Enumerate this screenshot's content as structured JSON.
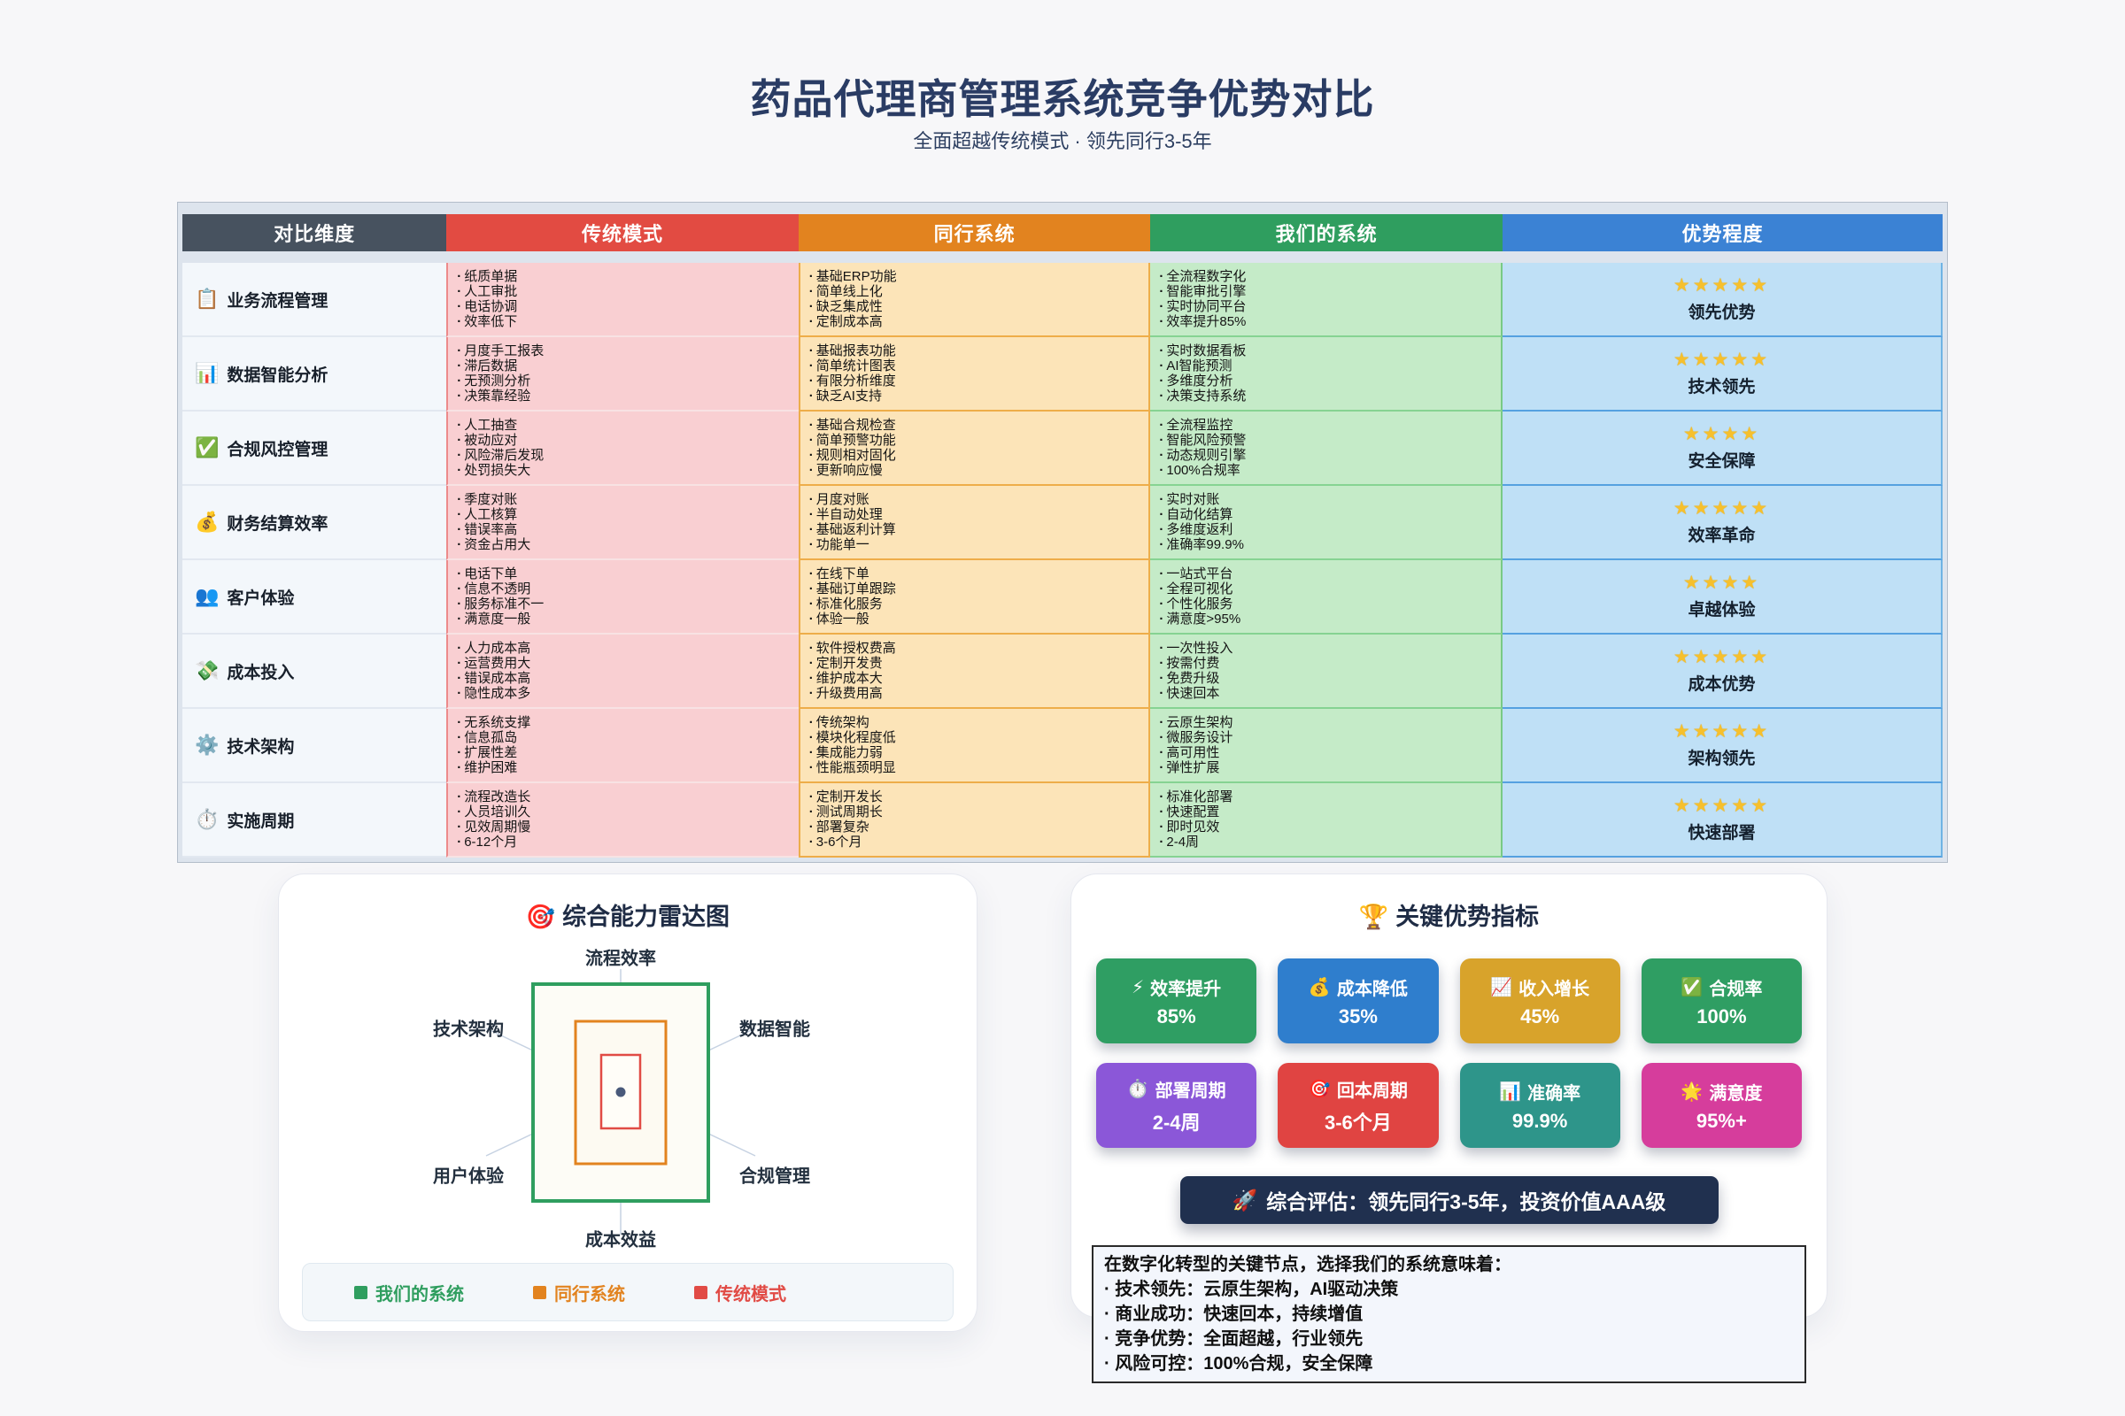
{
  "page": {
    "title": "药品代理商管理系统竞争优势对比",
    "subtitle": "全面超越传统模式 · 领先同行3-5年"
  },
  "table": {
    "headers": [
      {
        "label": "对比维度",
        "color": "#47525f"
      },
      {
        "label": "传统模式",
        "color": "#e24b42"
      },
      {
        "label": "同行系统",
        "color": "#e2831f"
      },
      {
        "label": "我们的系统",
        "color": "#2f9e5f"
      },
      {
        "label": "优势程度",
        "color": "#3b82d4"
      }
    ],
    "rows": [
      {
        "icon": "📋",
        "dimension": "业务流程管理",
        "traditional": [
          "纸质单据",
          "人工审批",
          "电话协调",
          "效率低下"
        ],
        "peer": [
          "基础ERP功能",
          "简单线上化",
          "缺乏集成性",
          "定制成本高"
        ],
        "ours": [
          "全流程数字化",
          "智能审批引擎",
          "实时协同平台",
          "效率提升85%"
        ],
        "stars": 5,
        "advantage": "领先优势"
      },
      {
        "icon": "📊",
        "dimension": "数据智能分析",
        "traditional": [
          "月度手工报表",
          "滞后数据",
          "无预测分析",
          "决策靠经验"
        ],
        "peer": [
          "基础报表功能",
          "简单统计图表",
          "有限分析维度",
          "缺乏AI支持"
        ],
        "ours": [
          "实时数据看板",
          "AI智能预测",
          "多维度分析",
          "决策支持系统"
        ],
        "stars": 5,
        "advantage": "技术领先"
      },
      {
        "icon": "✅",
        "dimension": "合规风控管理",
        "traditional": [
          "人工抽查",
          "被动应对",
          "风险滞后发现",
          "处罚损失大"
        ],
        "peer": [
          "基础合规检查",
          "简单预警功能",
          "规则相对固化",
          "更新响应慢"
        ],
        "ours": [
          "全流程监控",
          "智能风险预警",
          "动态规则引擎",
          "100%合规率"
        ],
        "stars": 4,
        "advantage": "安全保障"
      },
      {
        "icon": "💰",
        "dimension": "财务结算效率",
        "traditional": [
          "季度对账",
          "人工核算",
          "错误率高",
          "资金占用大"
        ],
        "peer": [
          "月度对账",
          "半自动处理",
          "基础返利计算",
          "功能单一"
        ],
        "ours": [
          "实时对账",
          "自动化结算",
          "多维度返利",
          "准确率99.9%"
        ],
        "stars": 5,
        "advantage": "效率革命"
      },
      {
        "icon": "👥",
        "dimension": "客户体验",
        "traditional": [
          "电话下单",
          "信息不透明",
          "服务标准不一",
          "满意度一般"
        ],
        "peer": [
          "在线下单",
          "基础订单跟踪",
          "标准化服务",
          "体验一般"
        ],
        "ours": [
          "一站式平台",
          "全程可视化",
          "个性化服务",
          "满意度>95%"
        ],
        "stars": 4,
        "advantage": "卓越体验"
      },
      {
        "icon": "💸",
        "dimension": "成本投入",
        "traditional": [
          "人力成本高",
          "运营费用大",
          "错误成本高",
          "隐性成本多"
        ],
        "peer": [
          "软件授权费高",
          "定制开发贵",
          "维护成本大",
          "升级费用高"
        ],
        "ours": [
          "一次性投入",
          "按需付费",
          "免费升级",
          "快速回本"
        ],
        "stars": 5,
        "advantage": "成本优势"
      },
      {
        "icon": "⚙️",
        "dimension": "技术架构",
        "traditional": [
          "无系统支撑",
          "信息孤岛",
          "扩展性差",
          "维护困难"
        ],
        "peer": [
          "传统架构",
          "模块化程度低",
          "集成能力弱",
          "性能瓶颈明显"
        ],
        "ours": [
          "云原生架构",
          "微服务设计",
          "高可用性",
          "弹性扩展"
        ],
        "stars": 5,
        "advantage": "架构领先"
      },
      {
        "icon": "⏱️",
        "dimension": "实施周期",
        "traditional": [
          "流程改造长",
          "人员培训久",
          "见效周期慢",
          "6-12个月"
        ],
        "peer": [
          "定制开发长",
          "测试周期长",
          "部署复杂",
          "3-6个月"
        ],
        "ours": [
          "标准化部署",
          "快速配置",
          "即时见效",
          "2-4周"
        ],
        "stars": 5,
        "advantage": "快速部署"
      }
    ]
  },
  "radar": {
    "icon": "🎯",
    "title": "综合能力雷达图",
    "axes": [
      "流程效率",
      "数据智能",
      "合规管理",
      "成本效益",
      "用户体验",
      "技术架构"
    ],
    "series": [
      {
        "name": "我们的系统",
        "color": "#2f9e5f"
      },
      {
        "name": "同行系统",
        "color": "#e2831f"
      },
      {
        "name": "传统模式",
        "color": "#e14b45"
      }
    ]
  },
  "metrics": {
    "icon": "🏆",
    "title": "关键优势指标",
    "badges": [
      {
        "icon": "⚡",
        "label": "效率提升",
        "value": "85%",
        "color": "#2f9e63"
      },
      {
        "icon": "💰",
        "label": "成本降低",
        "value": "35%",
        "color": "#2f7ecd"
      },
      {
        "icon": "📈",
        "label": "收入增长",
        "value": "45%",
        "color": "#d8a32b"
      },
      {
        "icon": "✅",
        "label": "合规率",
        "value": "100%",
        "color": "#2f9e63"
      },
      {
        "icon": "⏱️",
        "label": "部署周期",
        "value": "2-4周",
        "color": "#8b57d8"
      },
      {
        "icon": "🎯",
        "label": "回本周期",
        "value": "3-6个月",
        "color": "#e04442"
      },
      {
        "icon": "📊",
        "label": "准确率",
        "value": "99.9%",
        "color": "#2e958a"
      },
      {
        "icon": "🌟",
        "label": "满意度",
        "value": "95%+",
        "color": "#d63d9c"
      }
    ],
    "banner_icon": "🚀",
    "banner": "综合评估：领先同行3-5年，投资价值AAA级",
    "summary": [
      "在数字化转型的关键节点，选择我们的系统意味着：",
      "· 技术领先：云原生架构，AI驱动决策",
      "· 商业成功：快速回本，持续增值",
      "· 竞争优势：全面超越，行业领先",
      "· 风险可控：100%合规，安全保障"
    ]
  },
  "chart_data": [
    {
      "type": "table",
      "title": "药品代理商管理系统竞争优势对比",
      "columns": [
        "对比维度",
        "传统模式",
        "同行系统",
        "我们的系统",
        "优势程度"
      ],
      "rows": [
        [
          "业务流程管理",
          "纸质单据|人工审批|电话协调|效率低下",
          "基础ERP功能|简单线上化|缺乏集成性|定制成本高",
          "全流程数字化|智能审批引擎|实时协同平台|效率提升85%",
          "5星 领先优势"
        ],
        [
          "数据智能分析",
          "月度手工报表|滞后数据|无预测分析|决策靠经验",
          "基础报表功能|简单统计图表|有限分析维度|缺乏AI支持",
          "实时数据看板|AI智能预测|多维度分析|决策支持系统",
          "5星 技术领先"
        ],
        [
          "合规风控管理",
          "人工抽查|被动应对|风险滞后发现|处罚损失大",
          "基础合规检查|简单预警功能|规则相对固化|更新响应慢",
          "全流程监控|智能风险预警|动态规则引擎|100%合规率",
          "4星 安全保障"
        ],
        [
          "财务结算效率",
          "季度对账|人工核算|错误率高|资金占用大",
          "月度对账|半自动处理|基础返利计算|功能单一",
          "实时对账|自动化结算|多维度返利|准确率99.9%",
          "5星 效率革命"
        ],
        [
          "客户体验",
          "电话下单|信息不透明|服务标准不一|满意度一般",
          "在线下单|基础订单跟踪|标准化服务|体验一般",
          "一站式平台|全程可视化|个性化服务|满意度>95%",
          "4星 卓越体验"
        ],
        [
          "成本投入",
          "人力成本高|运营费用大|错误成本高|隐性成本多",
          "软件授权费高|定制开发贵|维护成本大|升级费用高",
          "一次性投入|按需付费|免费升级|快速回本",
          "5星 成本优势"
        ],
        [
          "技术架构",
          "无系统支撑|信息孤岛|扩展性差|维护困难",
          "传统架构|模块化程度低|集成能力弱|性能瓶颈明显",
          "云原生架构|微服务设计|高可用性|弹性扩展",
          "5星 架构领先"
        ],
        [
          "实施周期",
          "流程改造长|人员培训久|见效周期慢|6-12个月",
          "定制开发长|测试周期长|部署复杂|3-6个月",
          "标准化部署|快速配置|即时见效|2-4周",
          "5星 快速部署"
        ]
      ]
    },
    {
      "type": "radar",
      "title": "综合能力雷达图",
      "axes": [
        "流程效率",
        "数据智能",
        "合规管理",
        "成本效益",
        "用户体验",
        "技术架构"
      ],
      "series": [
        {
          "name": "我们的系统",
          "approx_extent_pct": 90
        },
        {
          "name": "同行系统",
          "approx_extent_pct": 50
        },
        {
          "name": "传统模式",
          "approx_extent_pct": 20
        }
      ],
      "legend_position": "bottom",
      "note_values_labeled": false
    },
    {
      "type": "bar",
      "title": "关键优势指标",
      "categories": [
        "效率提升",
        "成本降低",
        "收入增长",
        "合规率",
        "部署周期",
        "回本周期",
        "准确率",
        "满意度"
      ],
      "values": [
        "85%",
        "35%",
        "45%",
        "100%",
        "2-4周",
        "3-6个月",
        "99.9%",
        "95%+"
      ]
    }
  ]
}
